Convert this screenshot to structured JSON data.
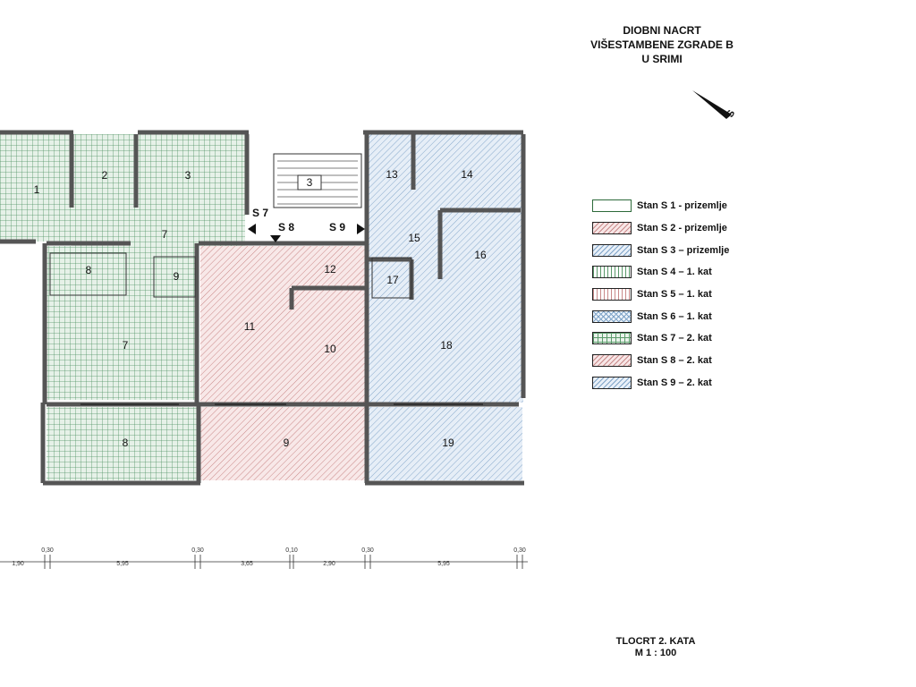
{
  "title": {
    "line1": "DIOBNI NACRT",
    "line2": "VIŠESTAMBENE ZGRADE B",
    "line3": "U SRIMI"
  },
  "north_label": "S",
  "legend": [
    {
      "label": "Stan S 1 - prizemlje",
      "swatch": "sw-green-plain"
    },
    {
      "label": "Stan S 2 - prizemlje",
      "swatch": "sw-red-hatch"
    },
    {
      "label": "Stan S 3 – prizemlje",
      "swatch": "sw-blue-hatch"
    },
    {
      "label": "Stan S 4 – 1. kat",
      "swatch": "sw-green-vert"
    },
    {
      "label": "Stan S 5 – 1. kat",
      "swatch": "sw-red-vert"
    },
    {
      "label": "Stan S 6 – 1. kat",
      "swatch": "sw-blue-cross"
    },
    {
      "label": "Stan S 7 – 2. kat",
      "swatch": "sw-green-grid"
    },
    {
      "label": "Stan S 8 – 2. kat",
      "swatch": "sw-red-hatch"
    },
    {
      "label": "Stan S 9 – 2. kat",
      "swatch": "sw-blue-hatch"
    }
  ],
  "rooms": {
    "r1": "1",
    "r2": "2",
    "r3": "3",
    "stair": "3",
    "r7a": "7",
    "r8a": "8",
    "r9a": "9",
    "r7b": "7",
    "r8b": "8",
    "r11": "11",
    "r12": "12",
    "r10": "10",
    "r9b": "9",
    "r13": "13",
    "r14": "14",
    "r15": "15",
    "r16": "16",
    "r17": "17",
    "r18": "18",
    "r19": "19"
  },
  "entrances": {
    "s7": "S 7",
    "s8": "S 8",
    "s9": "S 9"
  },
  "dimensions": {
    "d1": "1,90",
    "d2": "5,95",
    "d3": "3,65",
    "d4": "2,90",
    "d5": "5,95",
    "w1": "0,30",
    "w2": "0,30",
    "w3": "0,10",
    "w4": "0,30",
    "w5": "0,30"
  },
  "footer": {
    "line1": "TLOCRT 2. KATA",
    "line2": "M 1 : 100"
  }
}
